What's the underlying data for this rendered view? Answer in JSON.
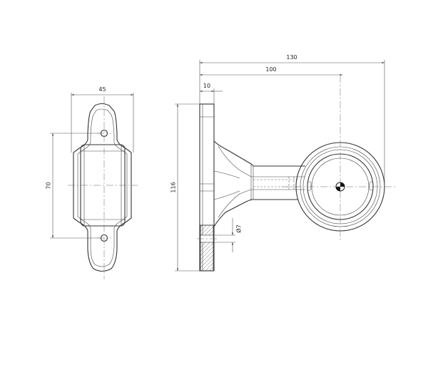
{
  "dimensions": {
    "overall_length": "130",
    "center_length": "100",
    "flange_thickness": "10",
    "base_width": "45",
    "hole_spacing": "70",
    "base_height": "116",
    "hole_diameter": "Ø7"
  }
}
